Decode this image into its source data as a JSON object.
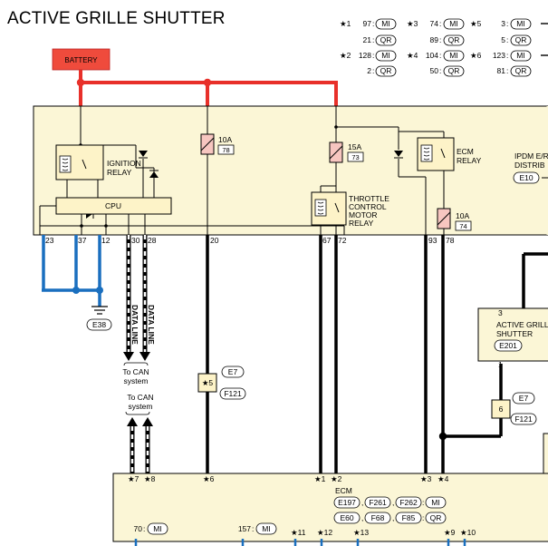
{
  "title": "ACTIVE GRILLE SHUTTER",
  "battery_label": "BATTERY",
  "colors": {
    "power": "#e8302a",
    "ground": "#1a6fbf",
    "module_fill": "#fbf6d6",
    "battery_fill": "#ef4b3c",
    "fuse_fill": "#f7c6c0",
    "relay_fill": "#fdf3c8"
  },
  "legend": [
    {
      "star": "★1",
      "code": "97",
      "tag": "MI"
    },
    {
      "star": "",
      "code": "21",
      "tag": "QR"
    },
    {
      "star": "★2",
      "code": "128",
      "tag": "MI"
    },
    {
      "star": "",
      "code": "2",
      "tag": "QR"
    },
    {
      "star": "★3",
      "code": "74",
      "tag": "MI"
    },
    {
      "star": "",
      "code": "89",
      "tag": "QR"
    },
    {
      "star": "★4",
      "code": "104",
      "tag": "MI"
    },
    {
      "star": "",
      "code": "50",
      "tag": "QR"
    },
    {
      "star": "★5",
      "code": "3",
      "tag": "MI"
    },
    {
      "star": "",
      "code": "5",
      "tag": "QR"
    },
    {
      "star": "★6",
      "code": "123",
      "tag": "MI"
    },
    {
      "star": "",
      "code": "81",
      "tag": "QR"
    }
  ],
  "ipdm": {
    "relays": {
      "ignition": [
        "IGNITION",
        "RELAY"
      ],
      "ecm": [
        "ECM",
        "RELAY"
      ],
      "throttle": [
        "THROTTLE",
        "CONTROL",
        "MOTOR",
        "RELAY"
      ]
    },
    "cpu": "CPU",
    "fuses": [
      {
        "amp": "10A",
        "num": "78"
      },
      {
        "amp": "15A",
        "num": "73"
      },
      {
        "amp": "10A",
        "num": "74"
      }
    ],
    "name_lines": [
      "IPDM E/R",
      "DISTRIB"
    ],
    "connector": "E10",
    "pins": [
      "23",
      "37",
      "12",
      "30",
      "28",
      "20",
      "67",
      "72",
      "93",
      "78"
    ]
  },
  "ground_connector": "E38",
  "data_line": "DATA LINE",
  "can_label": [
    "To CAN",
    "system"
  ],
  "joint5": {
    "star": "★5",
    "conn": [
      "E7",
      "F121"
    ]
  },
  "shutter": {
    "pin_top": "3",
    "name": [
      "ACTIVE GRILLE",
      "SHUTTER"
    ],
    "connector": "E201",
    "pin_bottom": "1"
  },
  "joint6": {
    "num": "6",
    "conn": [
      "E7",
      "F121"
    ]
  },
  "ecm": {
    "name": "ECM",
    "top_pins": [
      "★7",
      "★8",
      "★6",
      "★1",
      "★2",
      "★3",
      "★4"
    ],
    "connectors_row1": [
      "E197",
      "F261",
      "F262",
      "MI"
    ],
    "connectors_row2": [
      "E60",
      "F68",
      "F85",
      "QR"
    ],
    "bottom_pins": [
      {
        "code": "70",
        "tag": "MI"
      },
      {
        "code": "157",
        "tag": "MI"
      },
      {
        "star": "★11"
      },
      {
        "star": "★12"
      },
      {
        "star": "★13"
      },
      {
        "star": "★9"
      },
      {
        "star": "★10"
      }
    ]
  }
}
